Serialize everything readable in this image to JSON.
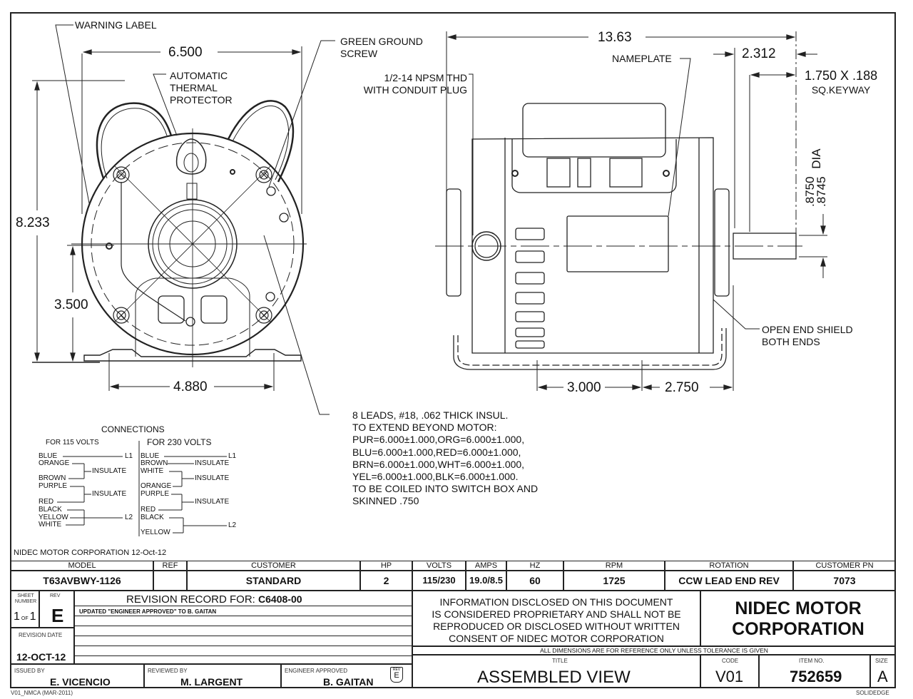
{
  "drawing": {
    "left_view_labels": {
      "warning_label": "WARNING LABEL",
      "thermal_protector": [
        "AUTOMATIC",
        "THERMAL",
        "PROTECTOR"
      ],
      "green_ground_screw": [
        "GREEN GROUND",
        "SCREW"
      ]
    },
    "left_view_dims": {
      "width": "6.500",
      "height": "8.233",
      "shaft_height": "3.500",
      "mount_spacing": "4.880"
    },
    "right_view_labels": {
      "conduit": [
        "1/2-14 NPSM THD",
        "WITH CONDUIT PLUG"
      ],
      "nameplate": "NAMEPLATE",
      "keyway": [
        "1.750 X .188",
        "SQ.KEYWAY"
      ],
      "open_end_shield": [
        "OPEN END SHIELD",
        "BOTH ENDS"
      ]
    },
    "right_view_dims": {
      "overall_length": "13.63",
      "shaft_length": "2.312",
      "shaft_dia": [
        ".8750",
        ".8745",
        "DIA"
      ],
      "mount_a": "3.000",
      "mount_b": "2.750"
    },
    "leads_note": [
      "8 LEADS, #18, .062 THICK INSUL.",
      "TO EXTEND BEYOND MOTOR:",
      "PUR=6.000±1.000,ORG=6.000±1.000,",
      "BLU=6.000±1.000,RED=6.000±1.000,",
      "BRN=6.000±1.000,WHT=6.000±1.000,",
      "YEL=6.000±1.000,BLK=6.000±1.000.",
      "TO BE COILED INTO SWITCH BOX AND",
      "SKINNED .750"
    ]
  },
  "connections": {
    "title": "CONNECTIONS",
    "v115": {
      "title": "FOR 115 VOLTS",
      "leads": [
        "BLUE",
        "ORANGE",
        "BROWN",
        "PURPLE",
        "RED",
        "BLACK",
        "YELLOW",
        "WHITE"
      ],
      "insulate_1": "INSULATE",
      "insulate_2": "INSULATE",
      "l1": "L1",
      "l2": "L2"
    },
    "v230": {
      "title": "FOR 230 VOLTS",
      "leads": [
        "BLUE",
        "BROWN",
        "WHITE",
        "ORANGE",
        "PURPLE",
        "RED",
        "BLACK",
        "YELLOW"
      ],
      "insulate_1": "INSULATE",
      "insulate_2": "INSULATE",
      "insulate_3": "INSULATE",
      "l1": "L1",
      "l2": "L2"
    }
  },
  "title_block": {
    "company_date": "NIDEC MOTOR CORPORATION 12-Oct-12",
    "spec_headers": [
      "MODEL",
      "REF",
      "CUSTOMER",
      "HP",
      "VOLTS",
      "AMPS",
      "HZ",
      "RPM",
      "ROTATION",
      "CUSTOMER PN"
    ],
    "spec_values": [
      "T63AVBWY-1126",
      "",
      "STANDARD",
      "2",
      "115/230",
      "19.0/8.5",
      "60",
      "1725",
      "CCW LEAD END REV",
      "7073"
    ],
    "sheet_label": "SHEET NUMBER",
    "sheet_value": "1",
    "sheet_of": "OF",
    "sheet_total": "1",
    "rev_label": "REV",
    "rev_value": "E",
    "revision_record_label": "REVISION RECORD FOR:",
    "revision_record_id": "C6408-00",
    "revision_note": "UPDATED \"ENGINEER APPROVED\" TO B. GAITAN",
    "revision_date_label": "REVISION DATE",
    "revision_date": "12-OCT-12",
    "issued_by_label": "ISSUED BY",
    "issued_by": "E. VICENCIO",
    "reviewed_by_label": "REVIEWED BY",
    "reviewed_by": "M. LARGENT",
    "engineer_label": "ENGINEER APPROVED",
    "engineer": "B. GAITAN",
    "rev_badge_label": "REV",
    "rev_badge_value": "E",
    "proprietary": [
      "INFORMATION DISCLOSED ON THIS DOCUMENT",
      "IS CONSIDERED PROPRIETARY AND SHALL NOT BE",
      "REPRODUCED OR DISCLOSED WITHOUT WRITTEN",
      "CONSENT OF NIDEC MOTOR CORPORATION"
    ],
    "company": [
      "NIDEC MOTOR",
      "CORPORATION"
    ],
    "dims_note": "ALL DIMENSIONS ARE FOR REFERENCE ONLY UNLESS TOLERANCE IS GIVEN",
    "title_label": "TITLE",
    "title": "ASSEMBLED VIEW",
    "code_label": "CODE",
    "code": "V01",
    "item_label": "ITEM NO.",
    "item": "752659",
    "size_label": "SIZE",
    "size": "A",
    "form_id": "V01_NMCA (MAR-2011)",
    "software": "SOLIDEDGE"
  }
}
